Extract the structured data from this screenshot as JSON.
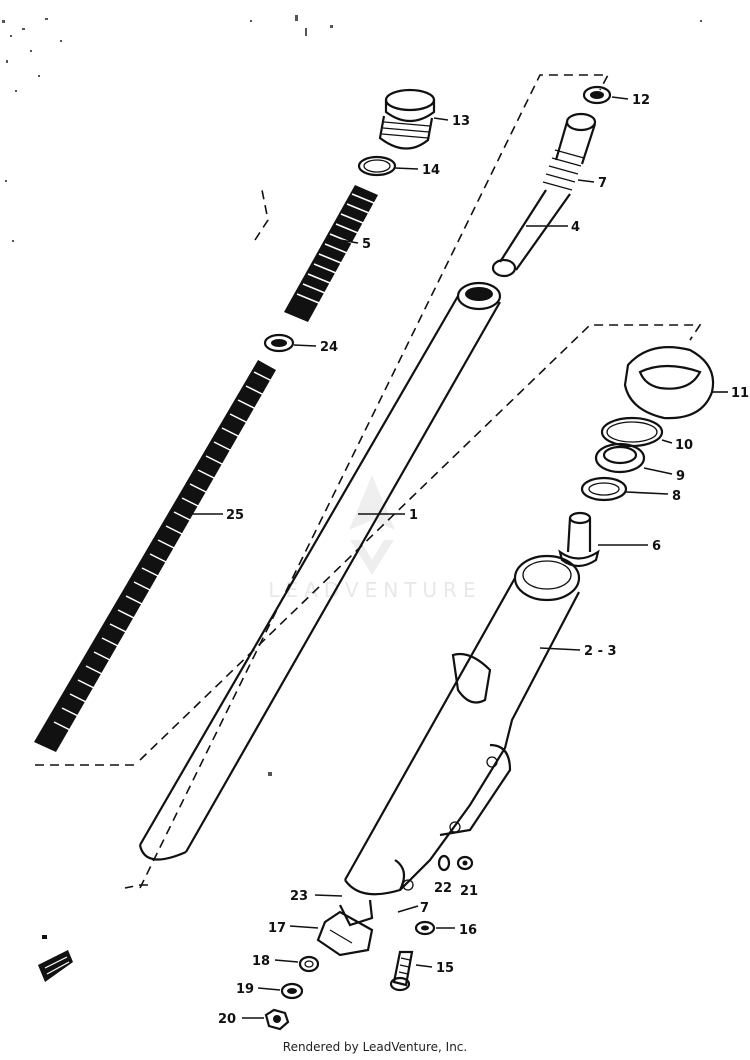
{
  "diagram": {
    "callouts": [
      {
        "id": "12",
        "text": "12"
      },
      {
        "id": "13",
        "text": "13"
      },
      {
        "id": "14",
        "text": "14"
      },
      {
        "id": "7a",
        "text": "7"
      },
      {
        "id": "4",
        "text": "4"
      },
      {
        "id": "5",
        "text": "5"
      },
      {
        "id": "24",
        "text": "24"
      },
      {
        "id": "11",
        "text": "11"
      },
      {
        "id": "10",
        "text": "10"
      },
      {
        "id": "9",
        "text": "9"
      },
      {
        "id": "8",
        "text": "8"
      },
      {
        "id": "25",
        "text": "25"
      },
      {
        "id": "1",
        "text": "1"
      },
      {
        "id": "6",
        "text": "6"
      },
      {
        "id": "23",
        "text": "2 - 3"
      },
      {
        "id": "22",
        "text": "22"
      },
      {
        "id": "21",
        "text": "21"
      },
      {
        "id": "23b",
        "text": "23"
      },
      {
        "id": "7b",
        "text": "7"
      },
      {
        "id": "17",
        "text": "17"
      },
      {
        "id": "16",
        "text": "16"
      },
      {
        "id": "18",
        "text": "18"
      },
      {
        "id": "15",
        "text": "15"
      },
      {
        "id": "19",
        "text": "19"
      },
      {
        "id": "20",
        "text": "20"
      }
    ],
    "watermark": "LEADVENTURE"
  },
  "footer": {
    "credit": "Rendered by LeadVenture, Inc."
  }
}
